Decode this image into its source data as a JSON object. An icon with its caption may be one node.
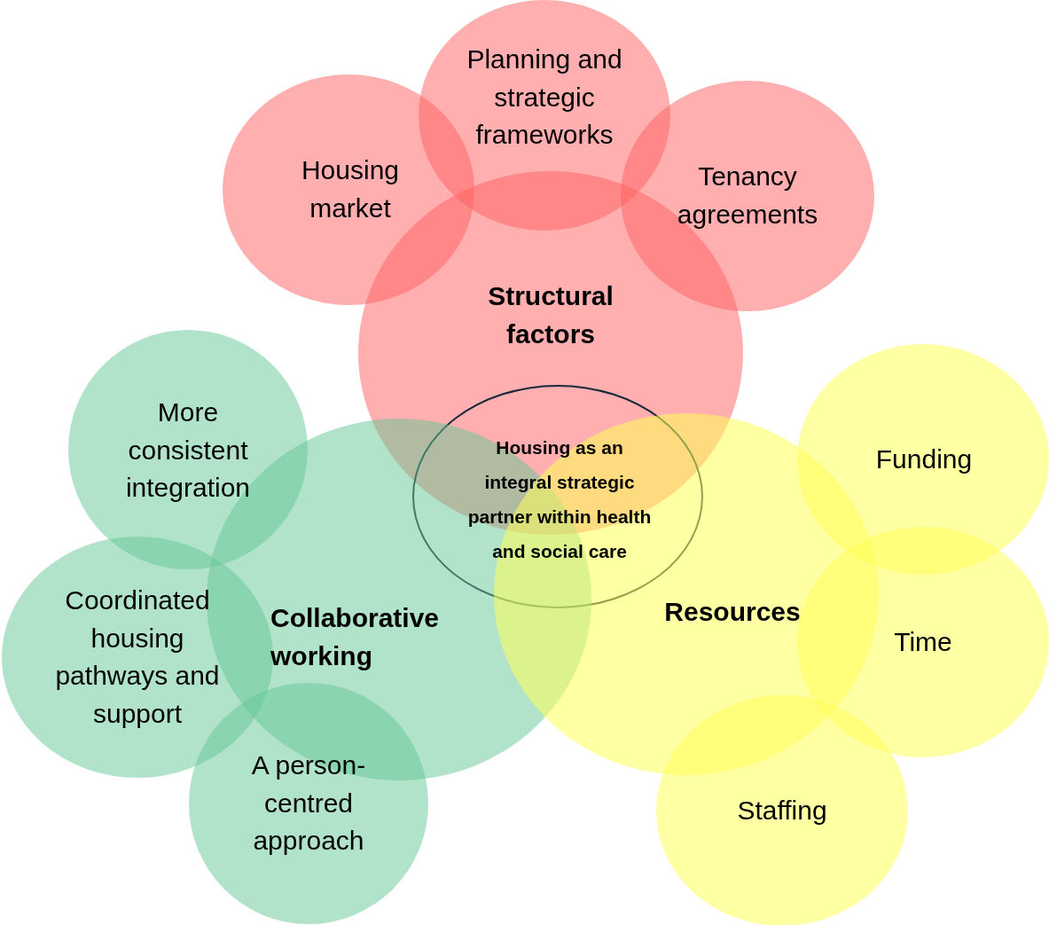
{
  "diagram": {
    "nodes": [
      {
        "text": [
          "Planning and strategic frameworks"
        ]
      },
      {
        "text": [
          "Housing market"
        ]
      },
      {
        "text": [
          "Tenancy agreements"
        ]
      },
      {
        "text": [
          "Structural factors"
        ]
      },
      {
        "text": [
          "More consistent integration"
        ]
      },
      {
        "text": [
          "Funding"
        ]
      },
      {
        "text": [
          "Housing  as an integral strategic partner within health and social care"
        ]
      },
      {
        "text": [
          "Collaborative working"
        ]
      },
      {
        "text": [
          "Resources"
        ]
      },
      {
        "text": [
          "Coordinated housing pathways and support"
        ]
      },
      {
        "text": [
          "Time"
        ]
      },
      {
        "text": [
          "A person-centred approach"
        ]
      },
      {
        "text": [
          "Staffing"
        ]
      }
    ]
  }
}
